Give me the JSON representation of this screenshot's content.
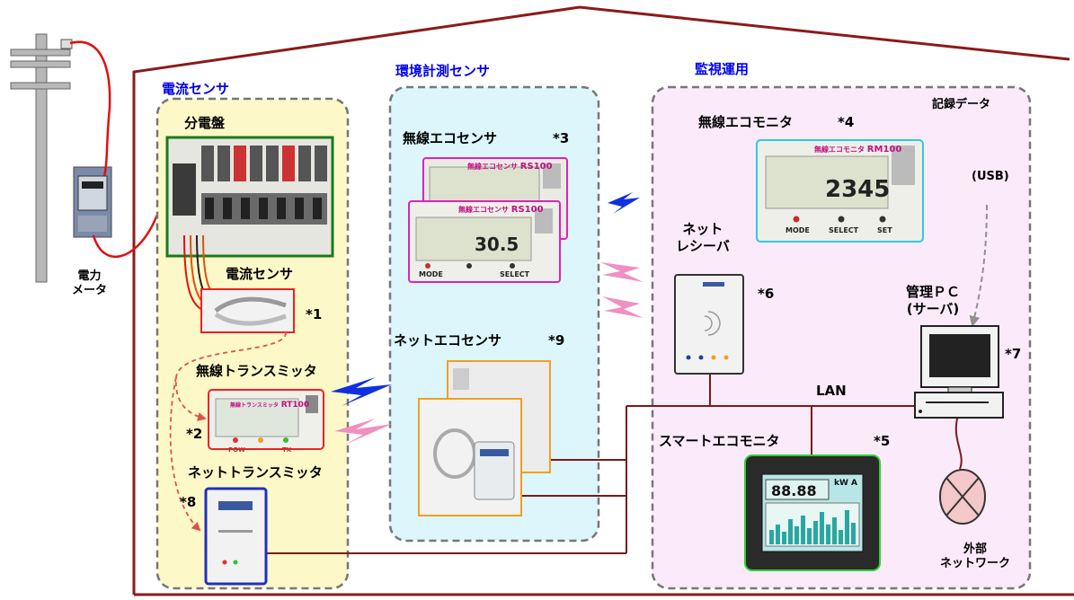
{
  "groups": {
    "current_sensor": "電流センサ",
    "env_sensor": "環境計測センサ",
    "monitoring": "監視運用"
  },
  "labels": {
    "panel": "分電盤",
    "current_sensor": "電流センサ",
    "power_meter": "電力\nメータ",
    "wireless_transmitter": "無線トランスミッタ",
    "net_transmitter": "ネットトランスミッタ",
    "wireless_eco_sensor": "無線エコセンサ",
    "net_eco_sensor": "ネットエコセンサ",
    "wireless_eco_monitor": "無線エコモニタ",
    "record_data": "記録データ",
    "usb": "(USB)",
    "net_receiver": "ネット\nレシーバ",
    "admin_pc": "管理ＰＣ\n(サーバ)",
    "lan": "LAN",
    "smart_eco_monitor": "スマートエコモニタ",
    "external_network": "外部\nネットワーク"
  },
  "notes": {
    "n1": "*1",
    "n2": "*2",
    "n3": "*3",
    "n4": "*4",
    "n5": "*5",
    "n6": "*6",
    "n7": "*7",
    "n8": "*8",
    "n9": "*9"
  },
  "device_text": {
    "rs100_brand": "無線エコセンサ",
    "rs100_model": "RS100",
    "rs100_reading": "30.5",
    "rs100_mode": "MODE",
    "rs100_select": "SELECT",
    "rm100_brand": "無線エコモニタ",
    "rm100_model": "RM100",
    "rm100_reading": "2345",
    "rm100_mode": "MODE",
    "rm100_select": "SELECT",
    "rm100_set": "SET",
    "rt100_brand": "無線トランスミッタ",
    "rt100_model": "RT100",
    "rt100_pow": "POW",
    "rt100_tx": "TX",
    "smart_reading": "88.88",
    "smart_unit": "kW\nA"
  },
  "colors": {
    "house": "#8b1a1a",
    "power_line": "#e01010",
    "lan": "#7a1a1a",
    "current_bg": "#fdf8c8",
    "env_bg": "#dcf6fb",
    "monitor_bg": "#fbeafa",
    "group_border": "#777777",
    "panel_border": "#1a7a1a",
    "sensor_border": "#ee2222",
    "rs_border": "#e020c0",
    "rm_border": "#30c8e8",
    "net_eco_border": "#f0a020",
    "smart_border": "#30d030",
    "nt_border": "#2030c0",
    "wireless_blue": "#1030e0",
    "wireless_pink": "#f090c0",
    "dashed_arrow": "#e05050"
  }
}
